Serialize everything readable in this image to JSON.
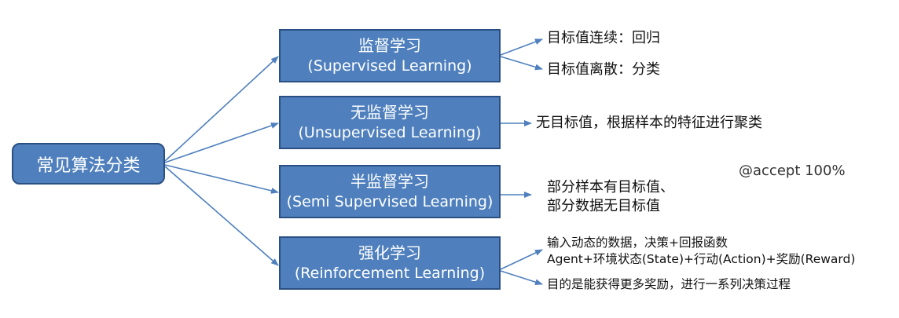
{
  "root": "常见算法分类",
  "categories": [
    {
      "zh": "监督学习",
      "en": "(Supervised Learning)"
    },
    {
      "zh": "无监督学习",
      "en": "(Unsupervised Learning)"
    },
    {
      "zh": "半监督学习",
      "en": "(Semi Supervised Learning)"
    },
    {
      "zh": "强化学习",
      "en": "(Reinforcement Learning)"
    }
  ],
  "notes": {
    "supervised": [
      "目标值连续：回归",
      "目标值离散：分类"
    ],
    "unsupervised": [
      "无目标值，根据样本的特征进行聚类"
    ],
    "semi": [
      "部分样本有目标值、",
      "部分数据无目标值"
    ],
    "reinforcement": [
      "输入动态的数据，决策+回报函数",
      "Agent+环境状态(State)+行动(Action)+奖励(Reward)",
      "目的是能获得更多奖励，进行一系列决策过程"
    ]
  },
  "credit": "@accept 100%",
  "colors": {
    "box_fill": "#4f80bd",
    "box_border": "#2a4f82",
    "arrow": "#4f80bd"
  }
}
